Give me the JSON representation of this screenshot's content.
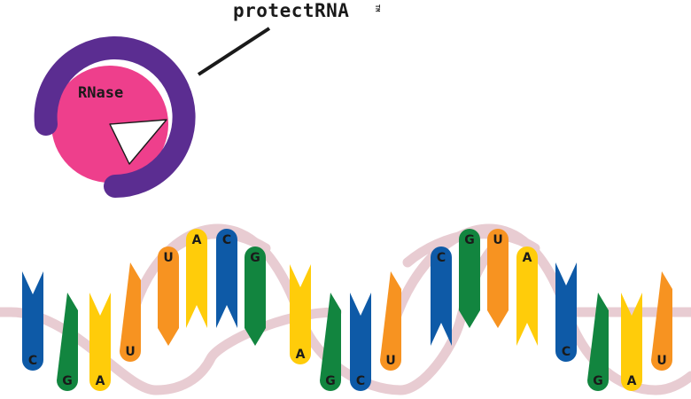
{
  "brand": {
    "name": "protectRNA",
    "trademark": "TM"
  },
  "enzyme": {
    "label": "RNase"
  },
  "colors": {
    "background": "#ffffff",
    "ring": "#5b2d91",
    "enzyme_body": "#ee3f8c",
    "backbone": "#e8ccd2",
    "pointer_line": "#1a1a1a",
    "bases": {
      "C": "#0e5aa7",
      "G": "#12853f",
      "A": "#ffcc0a",
      "U": "#f79321"
    }
  },
  "strand_bases": [
    {
      "letter": "C",
      "dir": "up"
    },
    {
      "letter": "G",
      "dir": "up"
    },
    {
      "letter": "A",
      "dir": "up"
    },
    {
      "letter": "U",
      "dir": "up"
    },
    {
      "letter": "U",
      "dir": "down"
    },
    {
      "letter": "A",
      "dir": "down"
    },
    {
      "letter": "C",
      "dir": "down"
    },
    {
      "letter": "G",
      "dir": "down"
    },
    {
      "letter": "A",
      "dir": "up"
    },
    {
      "letter": "G",
      "dir": "up"
    },
    {
      "letter": "C",
      "dir": "up"
    },
    {
      "letter": "U",
      "dir": "up"
    },
    {
      "letter": "C",
      "dir": "down"
    },
    {
      "letter": "G",
      "dir": "down"
    },
    {
      "letter": "U",
      "dir": "down"
    },
    {
      "letter": "A",
      "dir": "down"
    },
    {
      "letter": "C",
      "dir": "up"
    },
    {
      "letter": "G",
      "dir": "up"
    },
    {
      "letter": "A",
      "dir": "up"
    },
    {
      "letter": "U",
      "dir": "up"
    }
  ]
}
